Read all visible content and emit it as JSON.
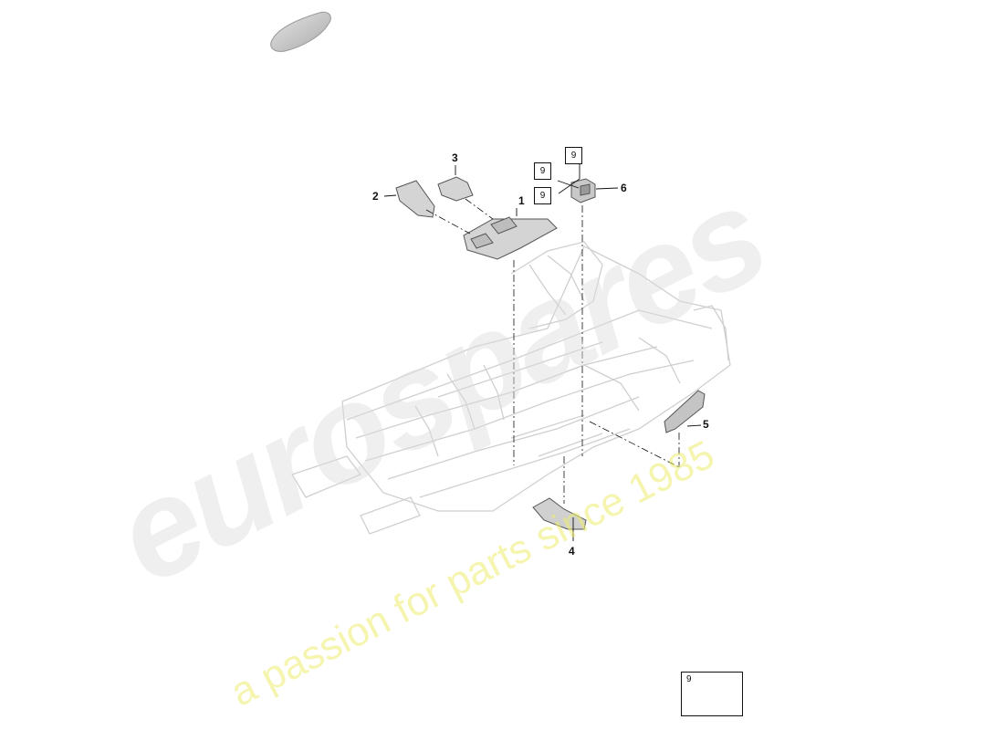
{
  "callouts": {
    "c1": "1",
    "c2": "2",
    "c3": "3",
    "c4": "4",
    "c5": "5",
    "c6": "6",
    "box_a": "9",
    "box_b": "9",
    "box_c": "9"
  },
  "legend": {
    "number": "9",
    "icon": "bolt-icon"
  },
  "watermark": {
    "brand": "eurospares",
    "tagline": "a passion for parts since 1985"
  },
  "colors": {
    "line": "#111111",
    "part_fill": "#d4d4d4",
    "part_stroke": "#555555",
    "ghost_stroke": "#cfcfcf"
  }
}
